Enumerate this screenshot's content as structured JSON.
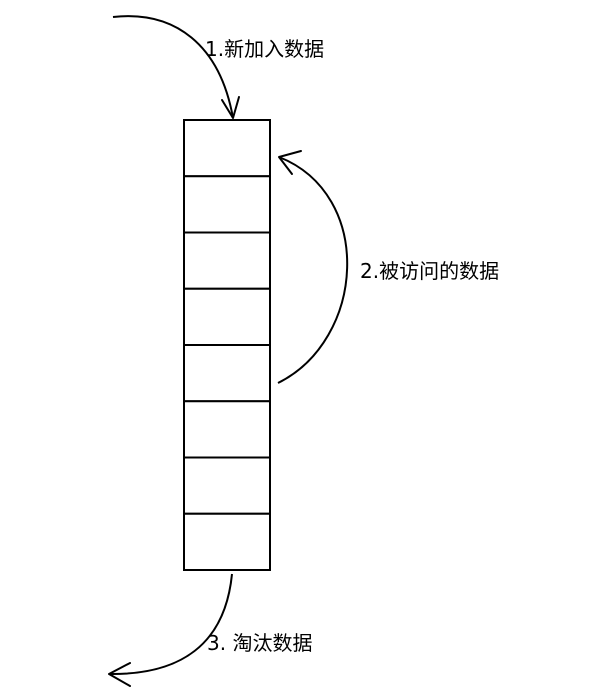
{
  "diagram": {
    "labels": {
      "insert": "1.新加入数据",
      "access": "2.被访问的数据",
      "evict": "3. 淘汰数据"
    },
    "slot_count": 8
  }
}
